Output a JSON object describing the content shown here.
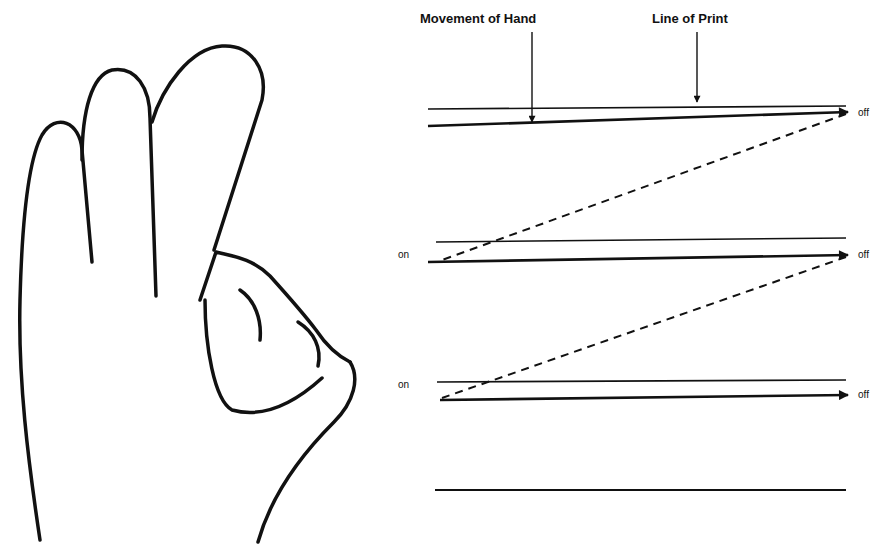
{
  "diagram": {
    "labels": [
      "Movement of Hand",
      "Line of Print",
      "off",
      "on",
      "off",
      "on",
      "off"
    ]
  }
}
